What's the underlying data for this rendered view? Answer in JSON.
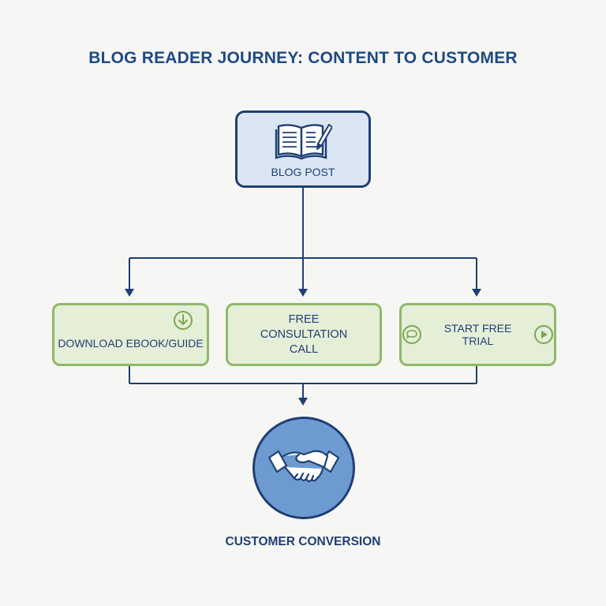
{
  "title": "BLOG READER JOURNEY: CONTENT TO CUSTOMER",
  "nodes": {
    "blog_post": {
      "label": "BLOG POST",
      "icon": "open-book-pencil-icon"
    },
    "download": {
      "label": "DOWNLOAD EBOOK/GUIDE",
      "icon": "download-arrow-icon"
    },
    "consultation": {
      "label": "FREE CONSULTATION CALL"
    },
    "trial": {
      "label": "START FREE TRIAL",
      "icons": [
        "chat-bubble-icon",
        "play-icon"
      ]
    },
    "conversion": {
      "label": "CUSTOMER CONVERSION",
      "icon": "handshake-icon"
    }
  },
  "colors": {
    "dark_blue": "#1f3f73",
    "light_blue_fill": "#dbe6f3",
    "green_border": "#8fb96a",
    "green_fill": "#e5eed7",
    "circle_fill": "#6d9bd1"
  }
}
